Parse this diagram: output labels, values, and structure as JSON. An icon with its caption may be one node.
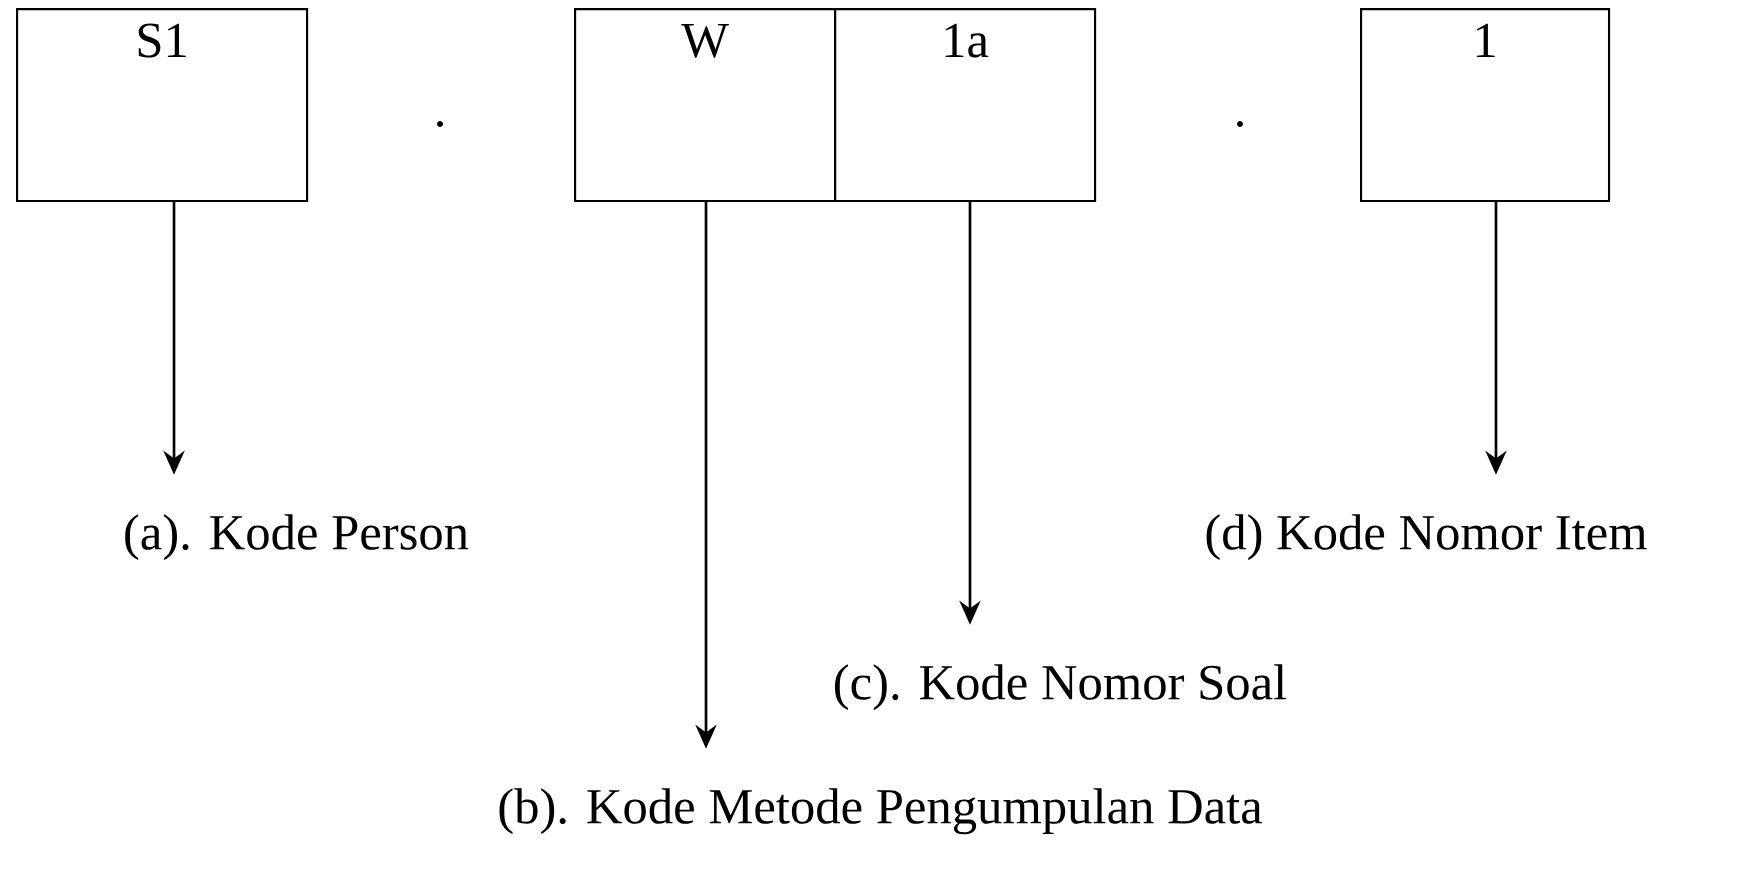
{
  "diagram": {
    "nodes": [
      {
        "text": [
          "S1"
        ]
      },
      {
        "text": [
          "W"
        ]
      },
      {
        "text": [
          "1a"
        ]
      },
      {
        "text": [
          "1"
        ]
      },
      {
        "text": [
          "(a). Kode Person"
        ]
      },
      {
        "text": [
          "(b). Kode Metode Pengumpulan Data"
        ]
      },
      {
        "text": [
          "(c). Kode Nomor Soal"
        ]
      },
      {
        "text": [
          "(d) Kode Nomor Item"
        ]
      }
    ],
    "edges": [
      {
        "from": 0,
        "to": 4,
        "arrow": "to"
      },
      {
        "from": 1,
        "to": 5,
        "arrow": "to"
      },
      {
        "from": 2,
        "to": 6,
        "arrow": "to"
      },
      {
        "from": 3,
        "to": 7,
        "arrow": "to"
      }
    ],
    "labels": [
      ".",
      "."
    ]
  }
}
